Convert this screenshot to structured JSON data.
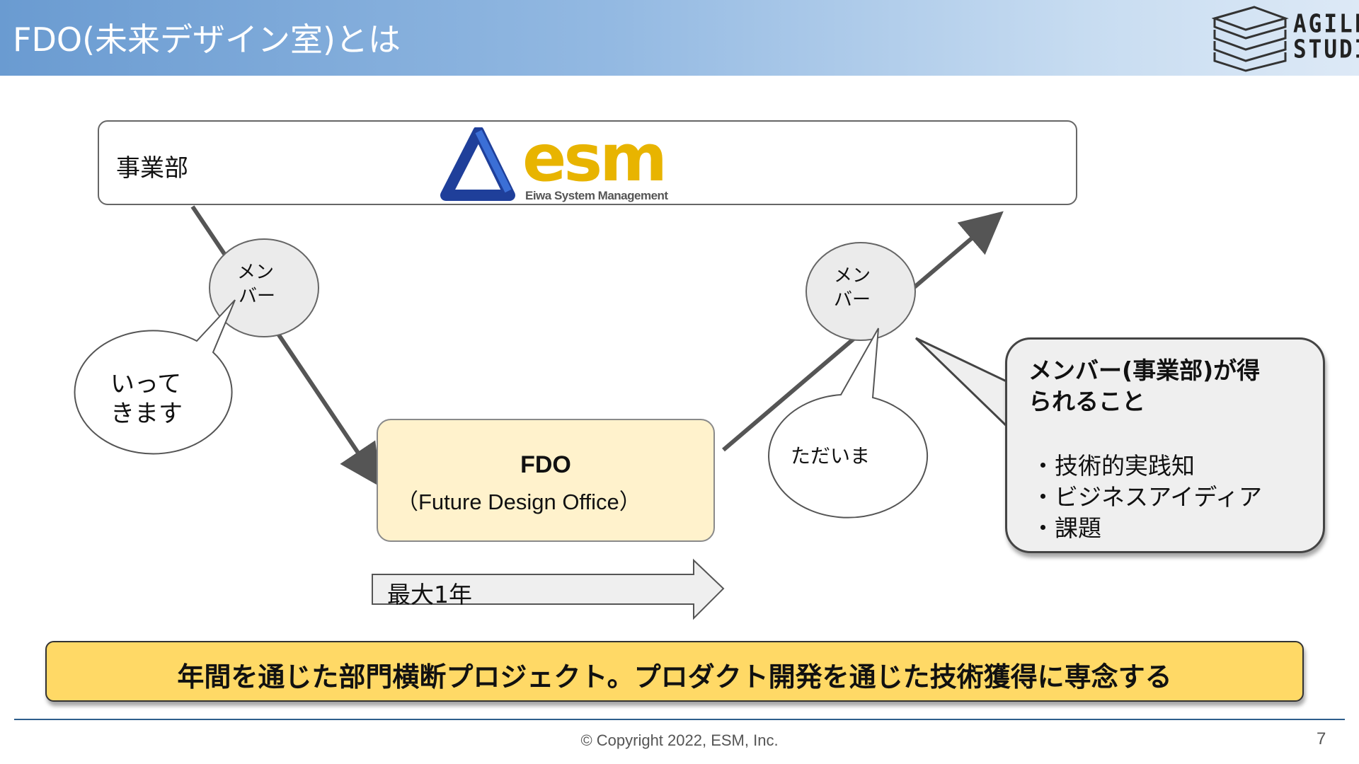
{
  "header": {
    "title": "FDO(未来デザイン室)とは",
    "logo": {
      "line1": "AGILE",
      "line2": "STUDIO"
    }
  },
  "business_unit": {
    "label": "事業部",
    "company_logo": {
      "word": "esm",
      "subtitle": "Eiwa System Management"
    }
  },
  "member_left": {
    "line1": "メン",
    "line2": "バー"
  },
  "speech_left": {
    "line1": "いって",
    "line2": "きます"
  },
  "fdo": {
    "title": "FDO",
    "subtitle": "（Future Design Office）"
  },
  "duration": {
    "label": "最大1年"
  },
  "member_right": {
    "line1": "メン",
    "line2": "バー"
  },
  "speech_right": {
    "text": "ただいま"
  },
  "benefits": {
    "title_line1": "メンバー(事業部)が得",
    "title_line2": "られること",
    "items": [
      "・技術的実践知",
      "・ビジネスアイディア",
      "・課題"
    ]
  },
  "banner": {
    "text": "年間を通じた部門横断プロジェクト。プロダクト開発を通じた技術獲得に専念する"
  },
  "footer": {
    "copyright": "©  Copyright 2022, ESM, Inc.",
    "page_number": "7"
  },
  "colors": {
    "header_gradient_start": "#6a9bd1",
    "fdo_fill": "#fff2cc",
    "banner_fill": "#ffd966",
    "esm_yellow": "#e8b400",
    "esm_blue": "#1f3f9a",
    "arrow": "#555555"
  }
}
